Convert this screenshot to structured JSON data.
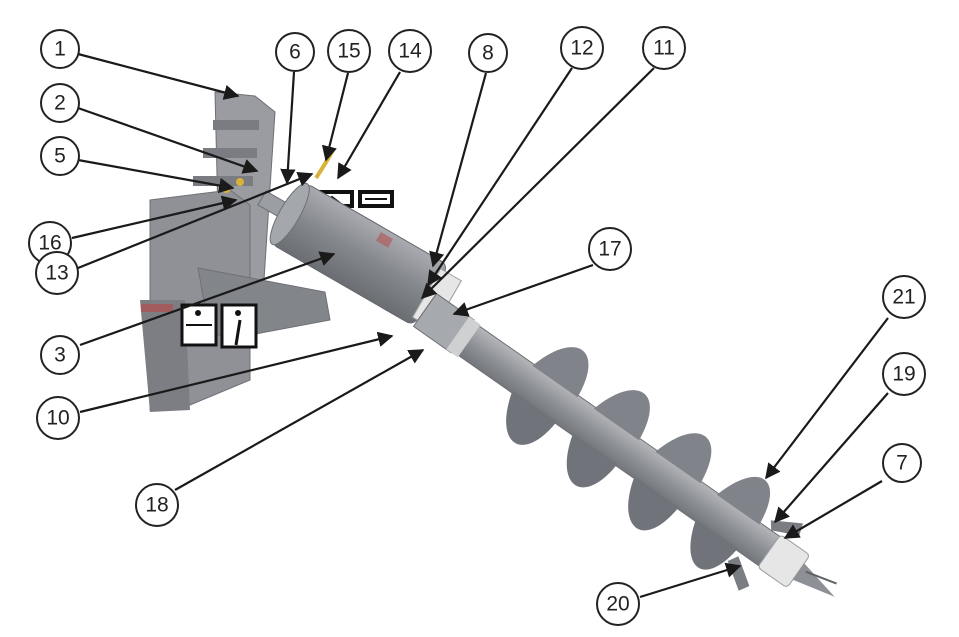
{
  "diagram": {
    "callouts": [
      {
        "label": "1"
      },
      {
        "label": "2"
      },
      {
        "label": "5"
      },
      {
        "label": "16"
      },
      {
        "label": "13"
      },
      {
        "label": "3"
      },
      {
        "label": "10"
      },
      {
        "label": "18"
      },
      {
        "label": "6"
      },
      {
        "label": "15"
      },
      {
        "label": "14"
      },
      {
        "label": "8"
      },
      {
        "label": "12"
      },
      {
        "label": "11"
      },
      {
        "label": "17"
      },
      {
        "label": "21"
      },
      {
        "label": "19"
      },
      {
        "label": "7"
      },
      {
        "label": "20"
      }
    ]
  },
  "colors": {
    "frame": "#8f9196",
    "frame_dark": "#6e7075",
    "body": "#84878c",
    "shaft": "#9a9ca1",
    "flighting": "#7f8287",
    "label_black": "#111111",
    "accent_yellow": "#d8b23a",
    "accent_red": "#b84a4a",
    "collar": "#e6e6e6"
  }
}
